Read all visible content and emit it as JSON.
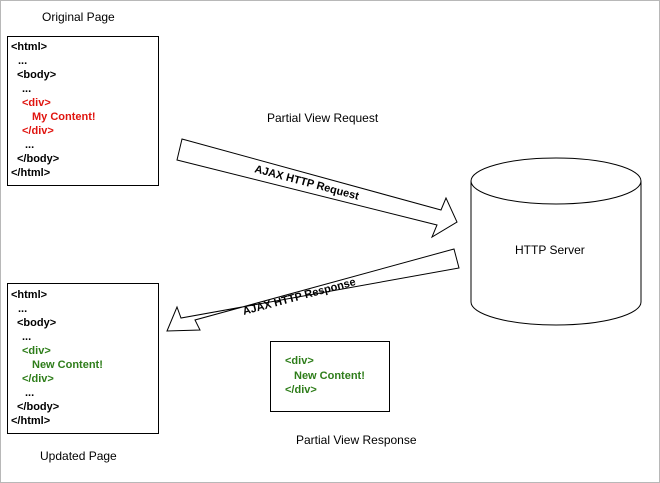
{
  "original_page": {
    "title": "Original Page",
    "lines": [
      "<html>",
      "...",
      "<body>",
      "...",
      "<div>",
      "My Content!",
      "</div>",
      "...",
      "</body>",
      "</html>"
    ]
  },
  "updated_page": {
    "title": "Updated Page",
    "lines": [
      "<html>",
      "...",
      "<body>",
      "...",
      "<div>",
      "New Content!",
      "</div>",
      "...",
      "</body>",
      "</html>"
    ]
  },
  "partial_view_response": {
    "title": "Partial View Response",
    "lines": [
      "<div>",
      "New Content!",
      "</div>"
    ]
  },
  "partial_view_request": {
    "title": "Partial View Request"
  },
  "server": {
    "label": "HTTP Server"
  },
  "request_arrow": {
    "label": "AJAX HTTP Request"
  },
  "response_arrow": {
    "label": "AJAX HTTP Response"
  },
  "colors": {
    "highlight_red": "#e0140f",
    "highlight_green": "#2e7d1a"
  }
}
